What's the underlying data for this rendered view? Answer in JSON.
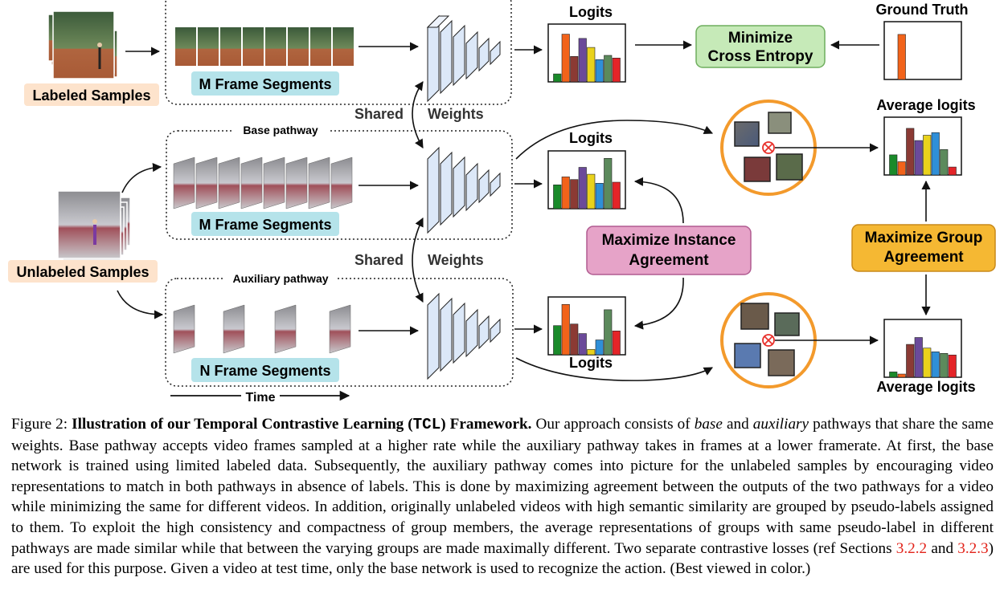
{
  "diagram": {
    "labels": {
      "labeled_samples": "Labeled Samples",
      "unlabeled_samples": "Unlabeled Samples",
      "m_frame_segments_top": "M Frame Segments",
      "m_frame_segments_mid": "M Frame Segments",
      "n_frame_segments": "N Frame Segments",
      "base_pathway": "Base pathway",
      "auxiliary_pathway": "Auxiliary pathway",
      "shared_1": "Shared",
      "weights_1": "Weights",
      "shared_2": "Shared",
      "weights_2": "Weights",
      "logits_top": "Logits",
      "logits_mid": "Logits",
      "logits_bot": "Logits",
      "ground_truth": "Ground Truth",
      "average_logits_top": "Average logits",
      "average_logits_bot": "Average logits",
      "time": "Time",
      "min_ce_1": "Minimize",
      "min_ce_2": "Cross Entropy",
      "max_inst_1": "Maximize Instance",
      "max_inst_2": "Agreement",
      "max_group_1": "Maximize Group",
      "max_group_2": "Agreement"
    },
    "colors": {
      "labeled_bg": "#fde3cc",
      "segment_bg": "#b5e3ea",
      "min_ce_bg": "#c6eab8",
      "min_ce_border": "#6fae5e",
      "max_inst_bg": "#e6a3c8",
      "max_inst_border": "#b05b90",
      "max_group_bg": "#f5b833",
      "max_group_border": "#c8891a",
      "circle": "#f39a2c",
      "otimes": "#e8302b",
      "network": "#dce8f8"
    },
    "bar_palette": [
      "#1a8a2a",
      "#f2631a",
      "#8b3a34",
      "#6b4a9a",
      "#e9d21c",
      "#2f8fd8",
      "#5c8a5c",
      "#e42428"
    ],
    "bar_charts": [
      {
        "name": "logits-top",
        "values": [
          0.15,
          0.9,
          0.48,
          0.82,
          0.65,
          0.42,
          0.5,
          0.45
        ]
      },
      {
        "name": "ground-truth",
        "values": [
          0,
          0.85,
          0,
          0,
          0,
          0,
          0,
          0
        ]
      },
      {
        "name": "logits-mid",
        "values": [
          0.45,
          0.6,
          0.55,
          0.78,
          0.65,
          0.48,
          0.95,
          0.5
        ]
      },
      {
        "name": "average-logits-top",
        "values": [
          0.38,
          0.25,
          0.88,
          0.65,
          0.75,
          0.8,
          0.48,
          0.15
        ]
      },
      {
        "name": "logits-bot",
        "values": [
          0.55,
          0.95,
          0.58,
          0.4,
          0.1,
          0.28,
          0.85,
          0.45
        ]
      },
      {
        "name": "average-logits-bot",
        "values": [
          0.1,
          0.06,
          0.62,
          0.75,
          0.55,
          0.48,
          0.45,
          0.42
        ]
      }
    ]
  },
  "caption": {
    "fig_num": "Figure 2: ",
    "bold_title_1": "Illustration of our Temporal Contrastive Learning (",
    "bold_title_tcl": "TCL",
    "bold_title_2": ") Framework.",
    "text_1": " Our approach consists of ",
    "base_italic": "base",
    "text_and": " and ",
    "aux_italic": "auxiliary",
    "text_2": " pathways that share the same weights. Base pathway accepts video frames sampled at a higher rate while the auxiliary pathway takes in frames at a lower framerate.  At first, the base network is trained using limited labeled data.  Subsequently, the auxiliary pathway comes into picture for the unlabeled samples by encouraging video representations to match in both pathways in absence of labels. This is done by maximizing agreement between the outputs of the two pathways for a video while minimizing the same for different videos. In addition, originally unlabeled videos with high semantic similarity are grouped by pseudo-labels assigned to them. To exploit the high consistency and compactness of group members, the average representations of groups with same pseudo-label in different pathways are made similar while that between the varying groups are made maximally different.  Two separate contrastive losses (ref Sections ",
    "ref_1": "3.2.2",
    "text_3": " and ",
    "ref_2": "3.2.3",
    "text_4": ") are used for this purpose. Given a video at test time, only the base network is used to recognize the action. (Best viewed in color.)"
  }
}
